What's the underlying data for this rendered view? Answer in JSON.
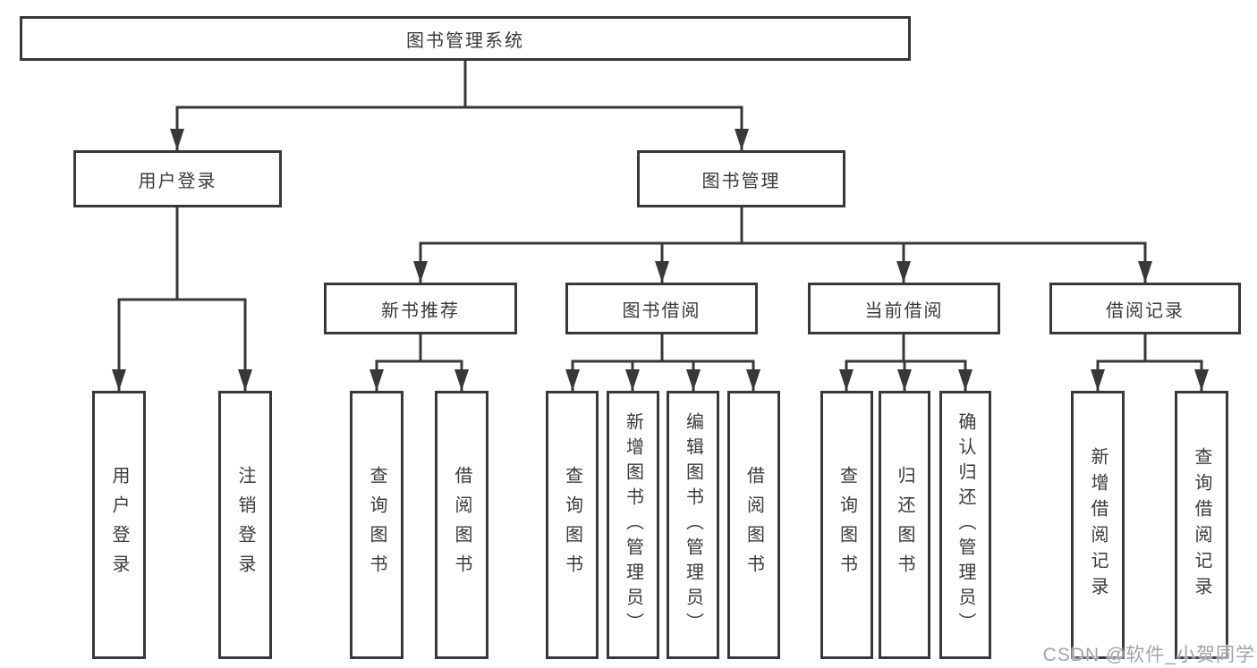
{
  "diagram": {
    "root_label": "图书管理系统",
    "nodes": {
      "user_login": "用户登录",
      "book_management": "图书管理",
      "new_book_recommend": "新书推荐",
      "book_borrow": "图书借阅",
      "current_borrow": "当前借阅",
      "borrow_records": "借阅记录"
    },
    "leaves": [
      {
        "label": "用户登录"
      },
      {
        "label": "注销登录"
      },
      {
        "label": "查询图书"
      },
      {
        "label": "借阅图书"
      },
      {
        "label": "查询图书"
      },
      {
        "label": "新增图书（管理员）"
      },
      {
        "label": "编辑图书（管理员）"
      },
      {
        "label": "借阅图书"
      },
      {
        "label": "查询图书"
      },
      {
        "label": "归还图书"
      },
      {
        "label": "确认归还（管理员）"
      },
      {
        "label": "新增借阅记录"
      },
      {
        "label": "查询借阅记录"
      }
    ],
    "colors": {
      "line": "#383838",
      "text": "#3a3a3a",
      "background": "#ffffff",
      "watermark": "#a3a3a3"
    }
  },
  "watermark_text": "CSDN @软件_小贺同学"
}
